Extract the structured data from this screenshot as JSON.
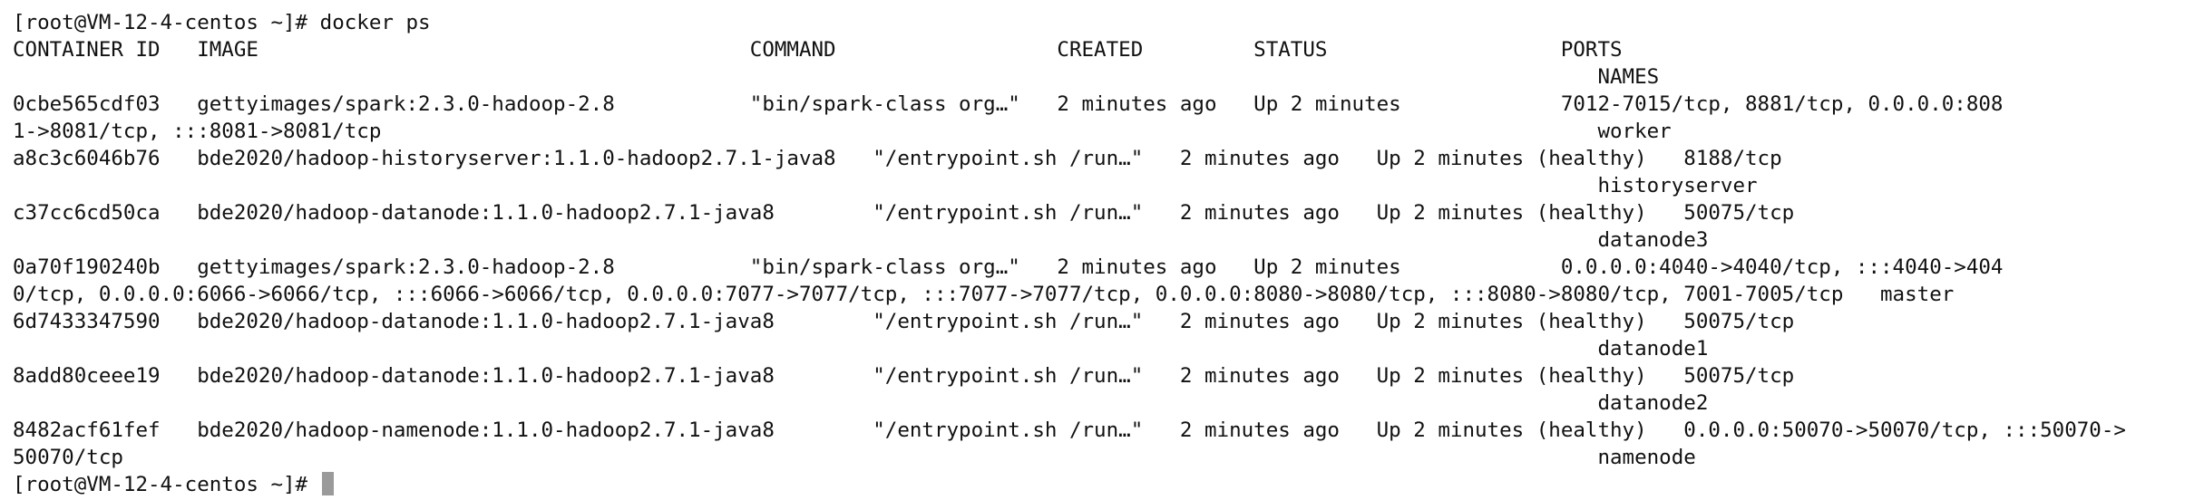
{
  "terminal": {
    "lines": [
      "[root@VM-12-4-centos ~]# docker ps",
      "CONTAINER ID   IMAGE                                        COMMAND                  CREATED         STATUS                   PORTS",
      "                                                                                                                                 NAMES",
      "0cbe565cdf03   gettyimages/spark:2.3.0-hadoop-2.8           \"bin/spark-class org…\"   2 minutes ago   Up 2 minutes             7012-7015/tcp, 8881/tcp, 0.0.0.0:808",
      "1->8081/tcp, :::8081->8081/tcp                                                                                                   worker",
      "a8c3c6046b76   bde2020/hadoop-historyserver:1.1.0-hadoop2.7.1-java8   \"/entrypoint.sh /run…\"   2 minutes ago   Up 2 minutes (healthy)   8188/tcp",
      "                                                                                                                                 historyserver",
      "c37cc6cd50ca   bde2020/hadoop-datanode:1.1.0-hadoop2.7.1-java8        \"/entrypoint.sh /run…\"   2 minutes ago   Up 2 minutes (healthy)   50075/tcp",
      "                                                                                                                                 datanode3",
      "0a70f190240b   gettyimages/spark:2.3.0-hadoop-2.8           \"bin/spark-class org…\"   2 minutes ago   Up 2 minutes             0.0.0.0:4040->4040/tcp, :::4040->404",
      "0/tcp, 0.0.0.0:6066->6066/tcp, :::6066->6066/tcp, 0.0.0.0:7077->7077/tcp, :::7077->7077/tcp, 0.0.0.0:8080->8080/tcp, :::8080->8080/tcp, 7001-7005/tcp   master",
      "6d7433347590   bde2020/hadoop-datanode:1.1.0-hadoop2.7.1-java8        \"/entrypoint.sh /run…\"   2 minutes ago   Up 2 minutes (healthy)   50075/tcp",
      "                                                                                                                                 datanode1",
      "8add80ceee19   bde2020/hadoop-datanode:1.1.0-hadoop2.7.1-java8        \"/entrypoint.sh /run…\"   2 minutes ago   Up 2 minutes (healthy)   50075/tcp",
      "                                                                                                                                 datanode2",
      "8482acf61fef   bde2020/hadoop-namenode:1.1.0-hadoop2.7.1-java8        \"/entrypoint.sh /run…\"   2 minutes ago   Up 2 minutes (healthy)   0.0.0.0:50070->50070/tcp, :::50070->",
      "50070/tcp                                                                                                                        namenode"
    ],
    "prompt": "[root@VM-12-4-centos ~]# "
  }
}
